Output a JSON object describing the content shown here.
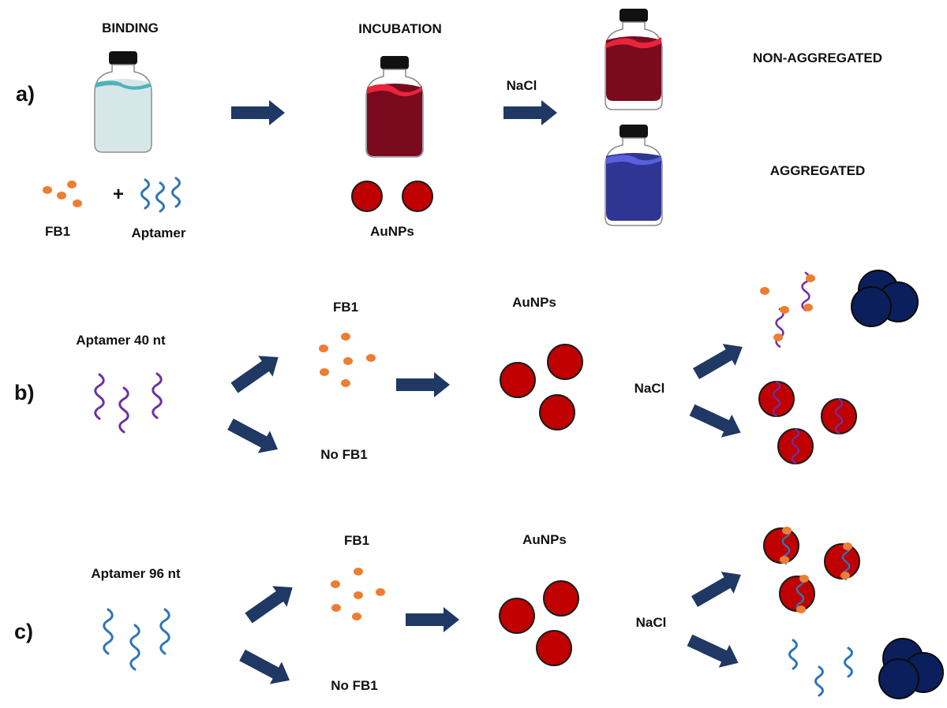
{
  "panel_a": {
    "section_label": "a)",
    "binding_title": "BINDING",
    "incubation_title": "INCUBATION",
    "nacl_label": "NaCl",
    "non_aggregated_label": "NON-AGGREGATED",
    "aggregated_label": "AGGREGATED",
    "fb1_label": "FB1",
    "plus_sign": "+",
    "aptamer_label": "Aptamer",
    "aunps_label": "AuNPs"
  },
  "panel_b": {
    "section_label": "b)",
    "aptamer_label": "Aptamer 40 nt",
    "fb1_label": "FB1",
    "no_fb1_label": "No FB1",
    "aunps_label": "AuNPs",
    "nacl_label": "NaCl"
  },
  "panel_c": {
    "section_label": "c)",
    "aptamer_label": "Aptamer 96 nt",
    "fb1_label": "FB1",
    "no_fb1_label": "No FB1",
    "aunps_label": "AuNPs",
    "nacl_label": "NaCl"
  },
  "colors": {
    "arrow": "#1f3864",
    "fb1_dot": "#ed7d31",
    "aunp": "#c00000",
    "aggregate": "#0b1f5c",
    "aptamer_40nt": "#7030a0",
    "aptamer_96nt": "#2e75b6",
    "liquid_binding": "#d6e7ea",
    "liquid_red": "#7a0a1e",
    "liquid_blue": "#2e3592"
  }
}
